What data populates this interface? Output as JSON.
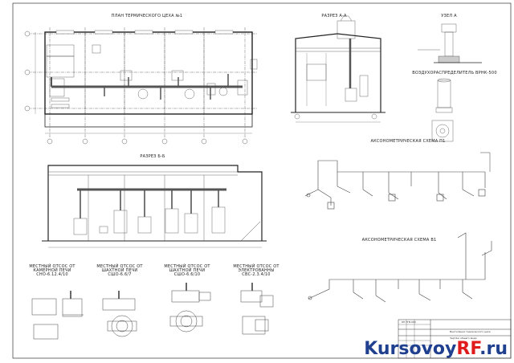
{
  "titles": {
    "plan": "ПЛАН ТЕРМИЧЕСКОГО ЦЕХА №1",
    "section_aa": "РАЗРЕЗ А-А",
    "node_a": "УЗЕЛ А",
    "fan": "ВОЗДУХОРАСПРЕДЕЛИТЕЛЬ ВРНК-500",
    "section_bb": "РАЗРЕЗ Б-Б",
    "axo_t1": "АКСОНОМЕТРИЧЕСКАЯ СХЕМА П1",
    "axo_t2": "АКСОНОМЕТРИЧЕСКАЯ СХЕМА В1",
    "exhaust_1": "МЕСТНЫЙ ОТСОС ОТ КАМЕРНОЙ ПЕЧИ СНО-6.12.4/10",
    "exhaust_2": "МЕСТНЫЙ ОТСОС ОТ ШАХТНОЙ ПЕЧИ СШО-6.6/7",
    "exhaust_3": "МЕСТНЫЙ ОТСОС ОТ ШАХТНОЙ ПЕЧИ СШО-6.6/10",
    "exhaust_4": "МЕСТНЫЙ ОТСОС ОТ ЭЛЕКТРОВАННЫ СВС-2.3.4/10"
  },
  "title_block": {
    "doc": "КП.ТГВ.000",
    "line1": "Вентиляция термического цеха",
    "line2": "Чертёж общего вида"
  },
  "watermark": {
    "part1": "Kursovoy",
    "part2": "RF",
    "part3": ".ru"
  },
  "colors": {
    "ink": "#333333",
    "duct": "#555555",
    "brand_blue": "#1f3f8f",
    "brand_red": "#e01b1b"
  }
}
